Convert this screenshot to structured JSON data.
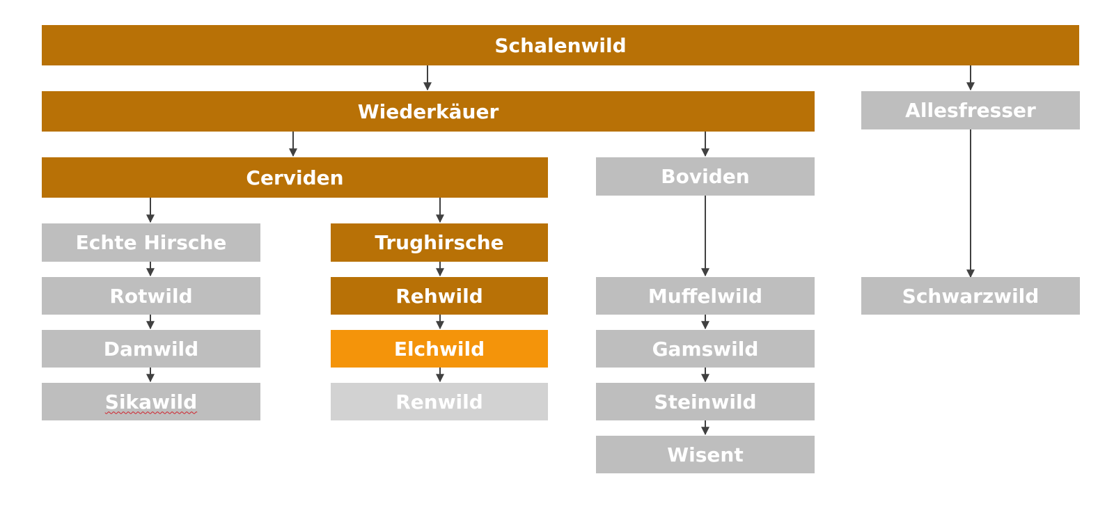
{
  "nodes": {
    "schalenwild": "Schalenwild",
    "wiederkaeuer": "Wiederkäuer",
    "allesfresser": "Allesfresser",
    "cerviden": "Cerviden",
    "boviden": "Boviden",
    "echte_hirsche": "Echte Hirsche",
    "trughirsche": "Trughirsche",
    "rotwild": "Rotwild",
    "damwild": "Damwild",
    "sikawild": "Sikawild",
    "rehwild": "Rehwild",
    "elchwild": "Elchwild",
    "renwild": "Renwild",
    "muffelwild": "Muffelwild",
    "gamswild": "Gamswild",
    "steinwild": "Steinwild",
    "wisent": "Wisent",
    "schwarzwild": "Schwarzwild"
  },
  "colors": {
    "highlight_path": "#b87106",
    "selected": "#f4940a",
    "other": "#bebebe",
    "faded": "#d2d2d2",
    "connector": "#404040"
  }
}
